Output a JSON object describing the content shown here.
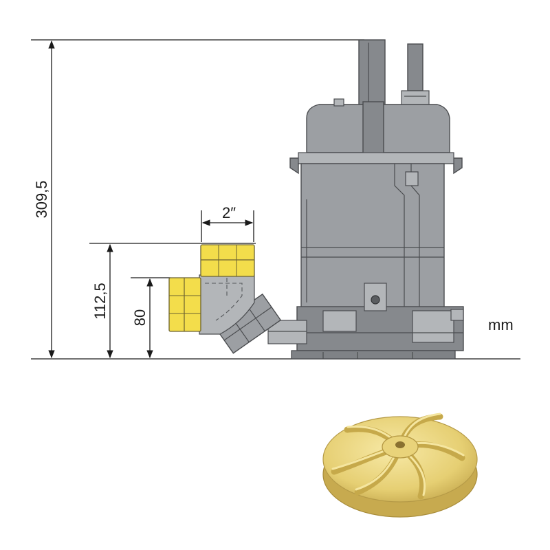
{
  "dimensions": {
    "total_height": "309,5",
    "outlet_height_upper": "112,5",
    "outlet_height_lower": "80",
    "outlet_size": "2″",
    "unit": "mm"
  },
  "colors": {
    "pump_body": "#9c9fa3",
    "coupling": "#f3dd4b",
    "impeller": "#e8d27a"
  },
  "icons": {
    "pump": "submersible-pump-side-view",
    "impeller": "impeller-icon"
  }
}
